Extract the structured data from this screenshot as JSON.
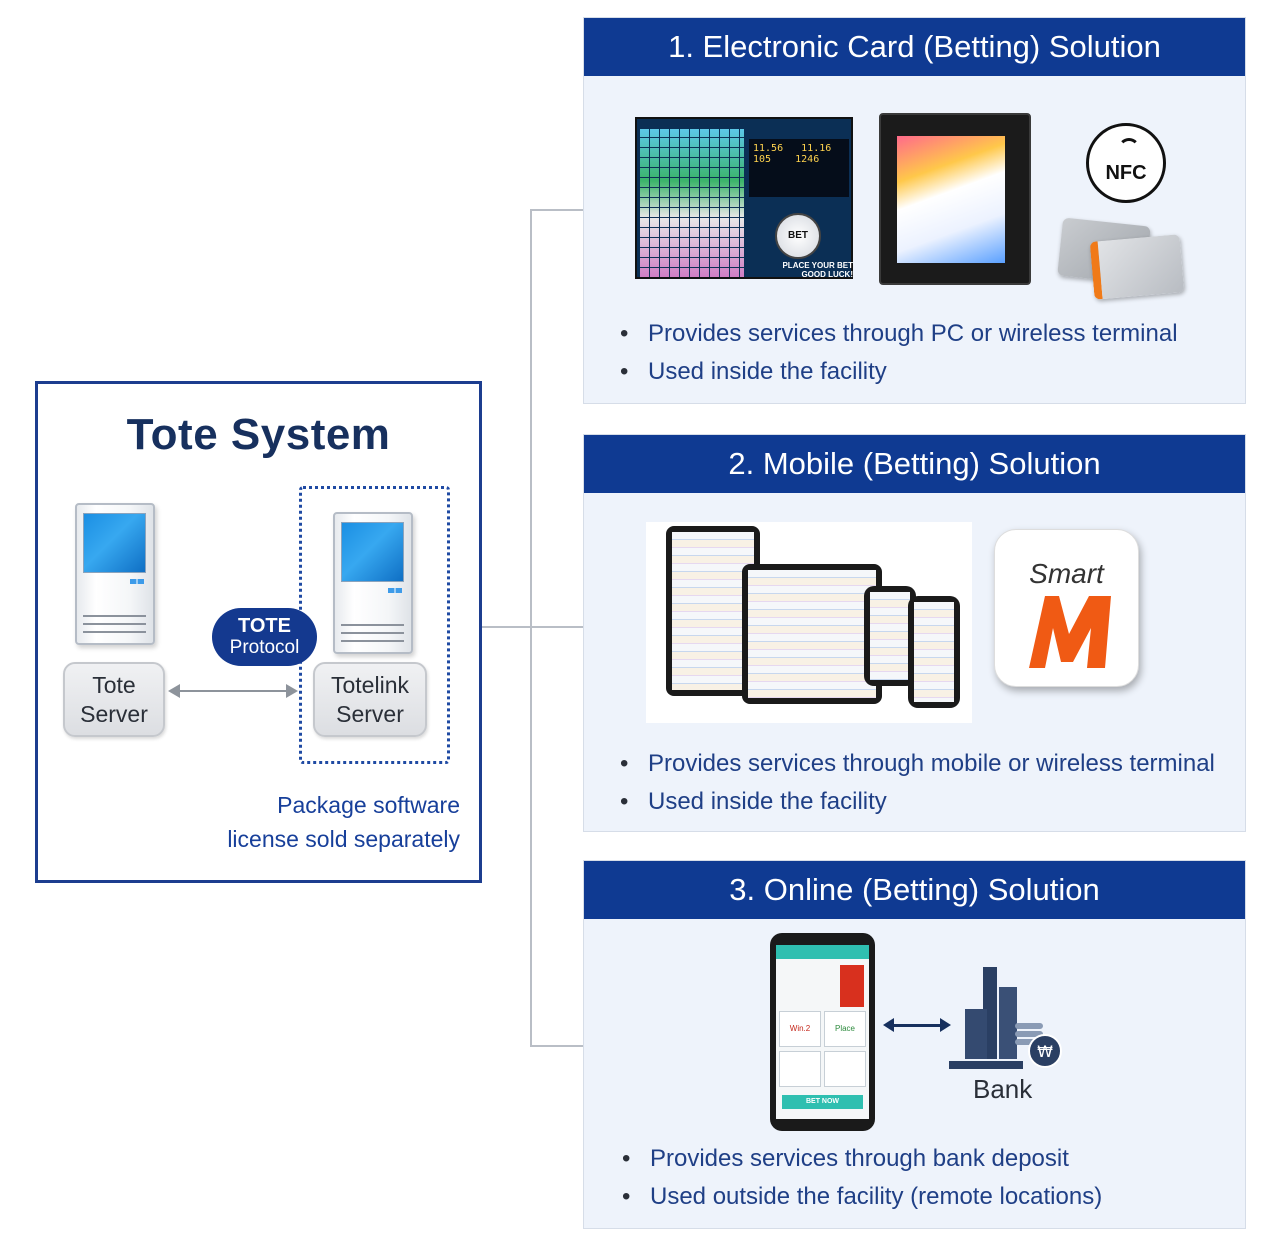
{
  "tote_system": {
    "title": "Tote System",
    "tote_server": "Tote\nServer",
    "totelink_server": "Totelink\nServer",
    "protocol_line1": "TOTE",
    "protocol_line2": "Protocol",
    "license_note": "Package software\nlicense sold separately"
  },
  "solutions": [
    {
      "title": "1. Electronic Card (Betting) Solution",
      "bullets": [
        "Provides services through PC or wireless terminal",
        "Used inside the facility"
      ]
    },
    {
      "title": "2. Mobile (Betting) Solution",
      "bullets": [
        "Provides services through mobile or wireless terminal",
        "Used inside the facility"
      ]
    },
    {
      "title": "3. Online (Betting) Solution",
      "bullets": [
        "Provides services through bank deposit",
        "Used outside the facility (remote locations)"
      ]
    }
  ],
  "images": {
    "bet_button": "BET",
    "place_bet": "PLACE YOUR BET\nGOOD LUCK!",
    "nfc_label": "NFC",
    "smart_label": "Smart",
    "phone_bet_now": "BET NOW",
    "phone_tile_win": "Win.2",
    "phone_tile_place": "Place",
    "bank_label": "Bank"
  },
  "colors": {
    "header_blue": "#0f3a92",
    "panel_bg": "#eef3fb",
    "title_navy": "#17305e",
    "note_blue": "#173f9a",
    "smart_m_orange": "#f05a14"
  }
}
